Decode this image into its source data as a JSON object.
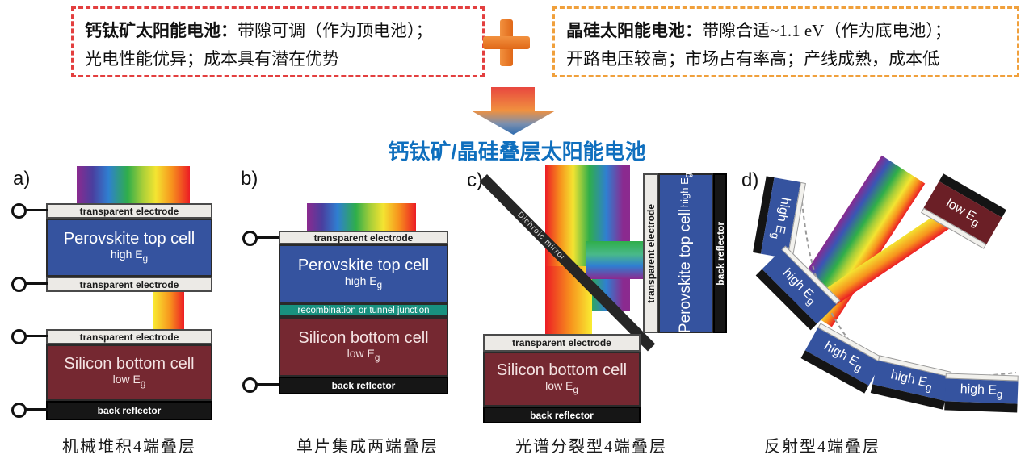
{
  "header": {
    "left_box": {
      "lead": "钙钛矿太阳能电池：",
      "rest": "带隙可调（作为顶电池）；",
      "line2": "光电性能优异；成本具有潜在优势"
    },
    "right_box": {
      "lead": "晶硅太阳能电池：",
      "rest": "带隙合适~1.1 eV（作为底电池）；",
      "line2": "开路电压较高；市场占有率高；产线成熟，成本低"
    },
    "result_title": "钙钛矿/晶硅叠层太阳能电池"
  },
  "labels": {
    "transparent_electrode": "transparent electrode",
    "perovskite_top_cell": "Perovskite top cell",
    "silicon_bottom_cell": "Silicon bottom cell",
    "back_reflector": "back reflector",
    "recombination_junction": "recombination or tunnel junction",
    "dichroic_mirror": "Dichroic mirror",
    "high_e": "high E",
    "low_e": "low E",
    "eg_sub": "g"
  },
  "diagrams": {
    "a": {
      "label": "a)",
      "caption": "机械堆积4端叠层"
    },
    "b": {
      "label": "b)",
      "caption": "单片集成两端叠层"
    },
    "c": {
      "label": "c)",
      "caption": "光谱分裂型4端叠层"
    },
    "d": {
      "label": "d)",
      "caption": "反射型4端叠层"
    }
  },
  "colors": {
    "title_blue": "#0f6fbe",
    "left_box_border": "#e33f3f",
    "right_box_border": "#f0a03c",
    "plus_orange": "#ec7a25",
    "perovskite_blue": "#35539f",
    "silicon_red": "#752831",
    "junction_teal": "#18917f",
    "electrode_gray": "#eceae6",
    "back_reflector_black": "#161616"
  }
}
